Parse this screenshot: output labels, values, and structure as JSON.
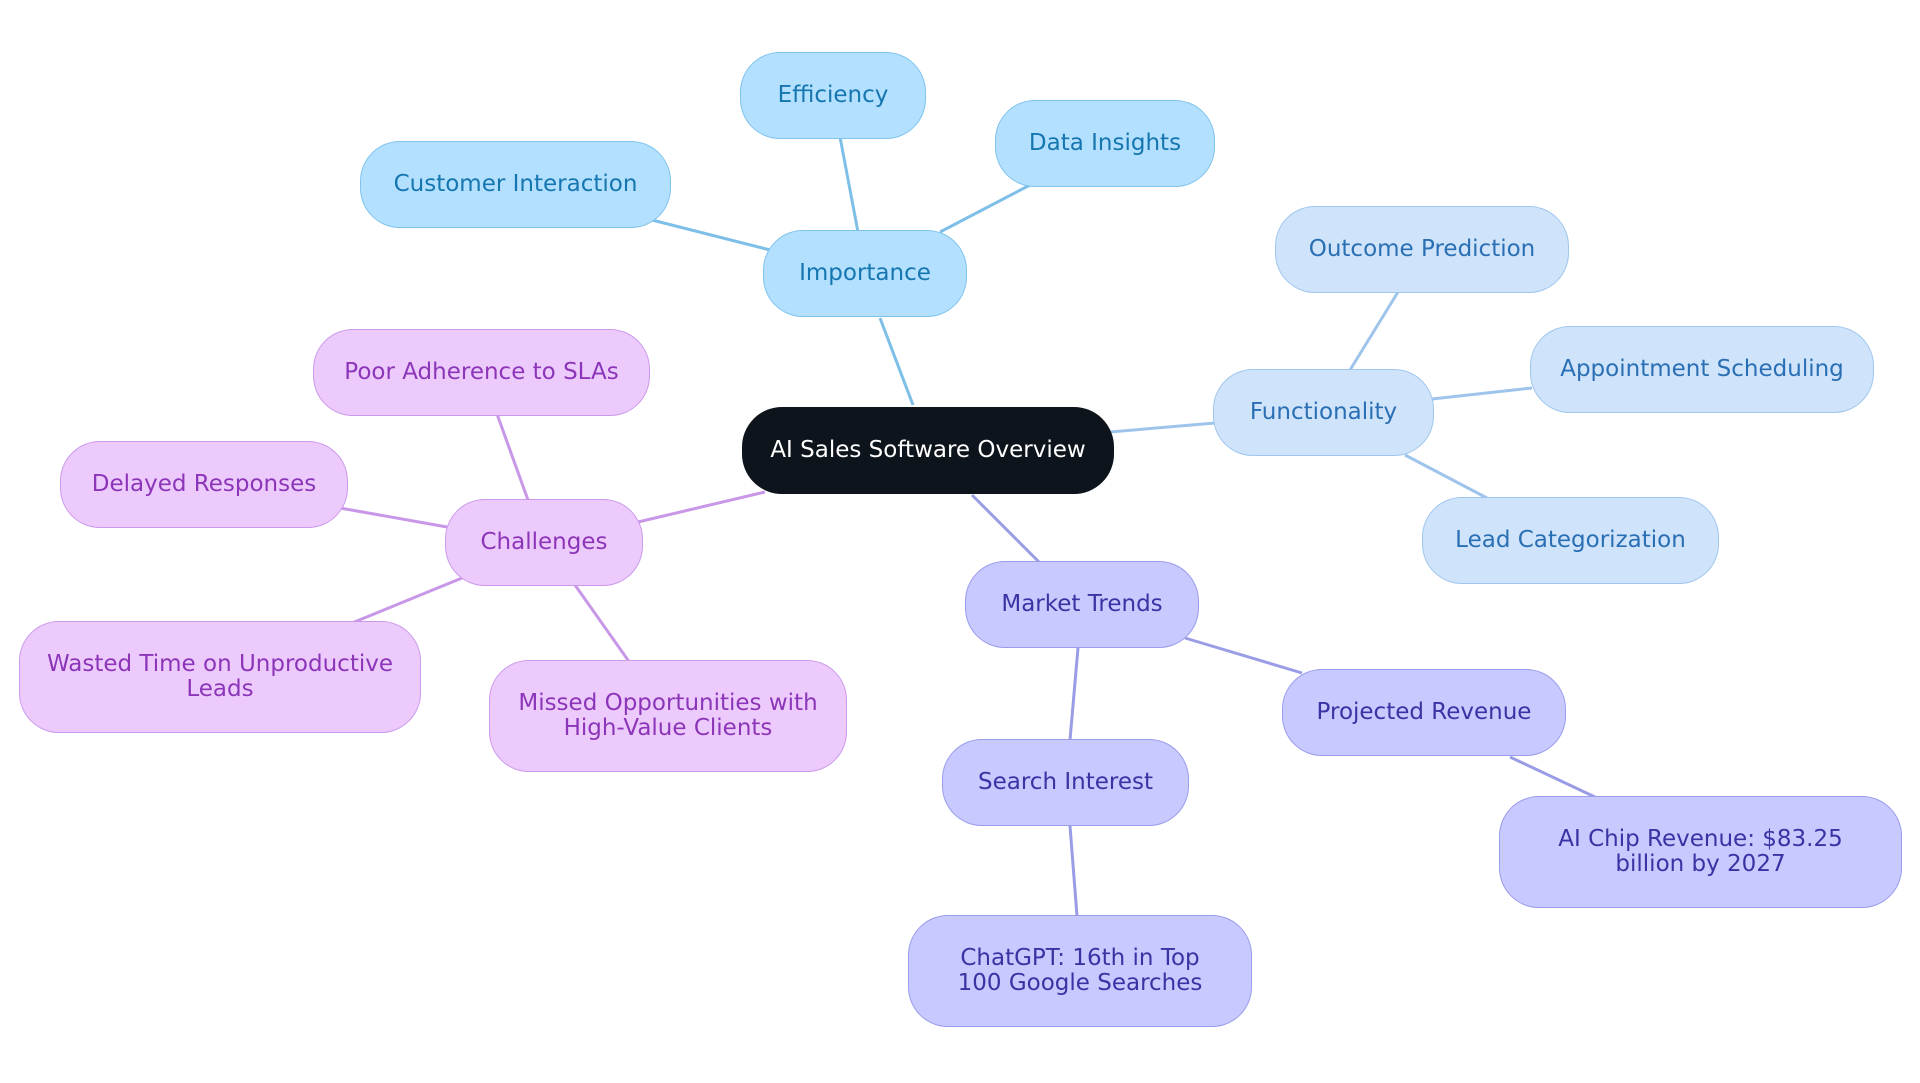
{
  "diagram": {
    "type": "mind-map",
    "colors": {
      "root": "#0e141c",
      "importance": "#b3e0fe",
      "functionality": "#cfe4fb",
      "market_trends": "#c7c9ff",
      "challenges": "#eccbfc"
    },
    "root": {
      "label": "AI Sales Software Overview"
    },
    "branches": {
      "importance": {
        "label": "Importance",
        "children": [
          "Efficiency",
          "Data Insights",
          "Customer Interaction"
        ]
      },
      "functionality": {
        "label": "Functionality",
        "children": [
          "Outcome Prediction",
          "Appointment Scheduling",
          "Lead Categorization"
        ]
      },
      "market_trends": {
        "label": "Market Trends",
        "children": [
          "Projected Revenue",
          "Search Interest"
        ],
        "grandchildren": {
          "projected_revenue": "AI Chip Revenue: $83.25 billion by 2027",
          "search_interest": "ChatGPT: 16th in Top 100 Google Searches"
        }
      },
      "challenges": {
        "label": "Challenges",
        "children": [
          "Poor Adherence to SLAs",
          "Delayed Responses",
          "Wasted Time on Unproductive Leads",
          "Missed Opportunities with High-Value Clients"
        ]
      }
    }
  }
}
